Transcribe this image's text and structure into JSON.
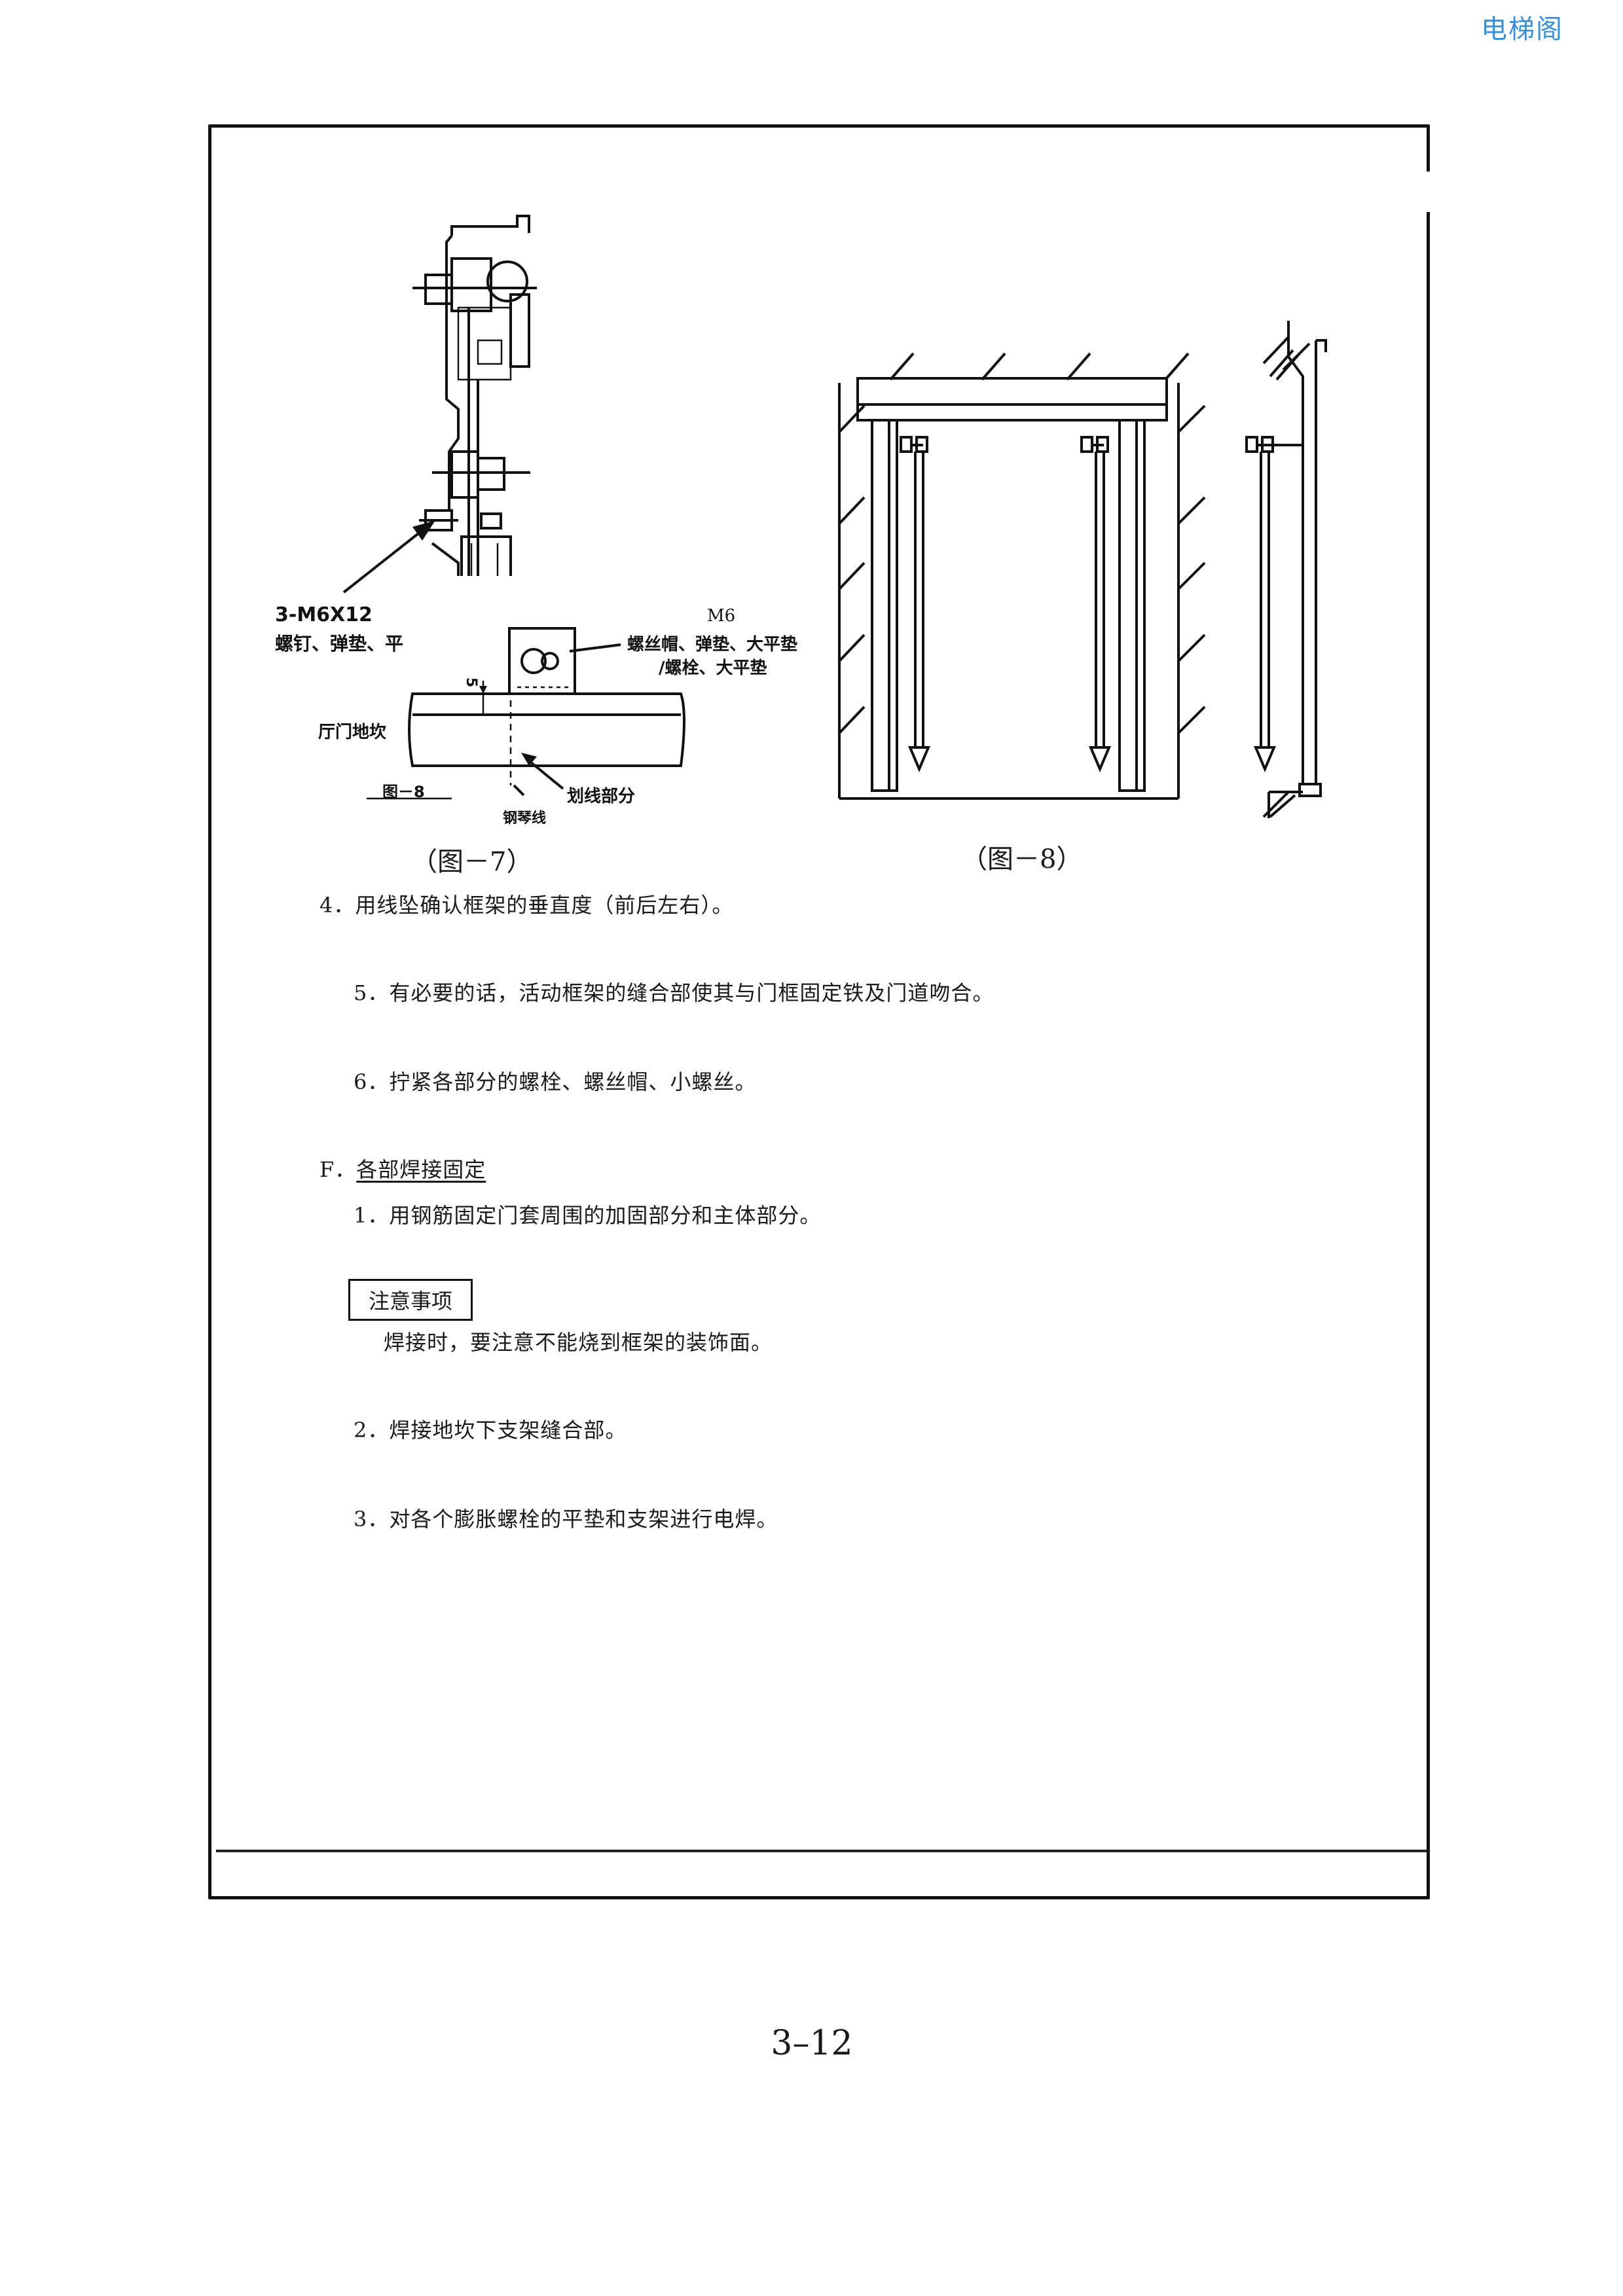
{
  "brand": "电梯阁",
  "fig7": {
    "caption": "（图－7）",
    "screw_label": "3-M6X12",
    "screw_desc": "螺钉、弹垫、平",
    "m6_label": "M6",
    "m6_desc_1": "螺丝帽、弹垫、大平垫",
    "m6_desc_2": "/螺栓、大平垫",
    "dim_5": "5",
    "sill_label": "厅门地坎",
    "sub_fig": "图－8",
    "scribe_label": "划线部分",
    "steel_wire_label": "钢琴线"
  },
  "fig8": {
    "caption": "（图－8）"
  },
  "steps": {
    "s4": "4．用线坠确认框架的垂直度（前后左右）。",
    "s5": "5．有必要的话，活动框架的缝合部使其与门框固定铁及门道吻合。",
    "s6": "6．拧紧各部分的螺栓、螺丝帽、小螺丝。"
  },
  "section_f": {
    "prefix": "F．",
    "title": "各部焊接固定",
    "s1": "1．用钢筋固定门套周围的加固部分和主体部分。",
    "notice_title": "注意事项",
    "notice_text": "焊接时，要注意不能烧到框架的装饰面。",
    "s2": "2．焊接地坎下支架缝合部。",
    "s3": "3．对各个膨胀螺栓的平垫和支架进行电焊。"
  },
  "page_number": "3–12"
}
